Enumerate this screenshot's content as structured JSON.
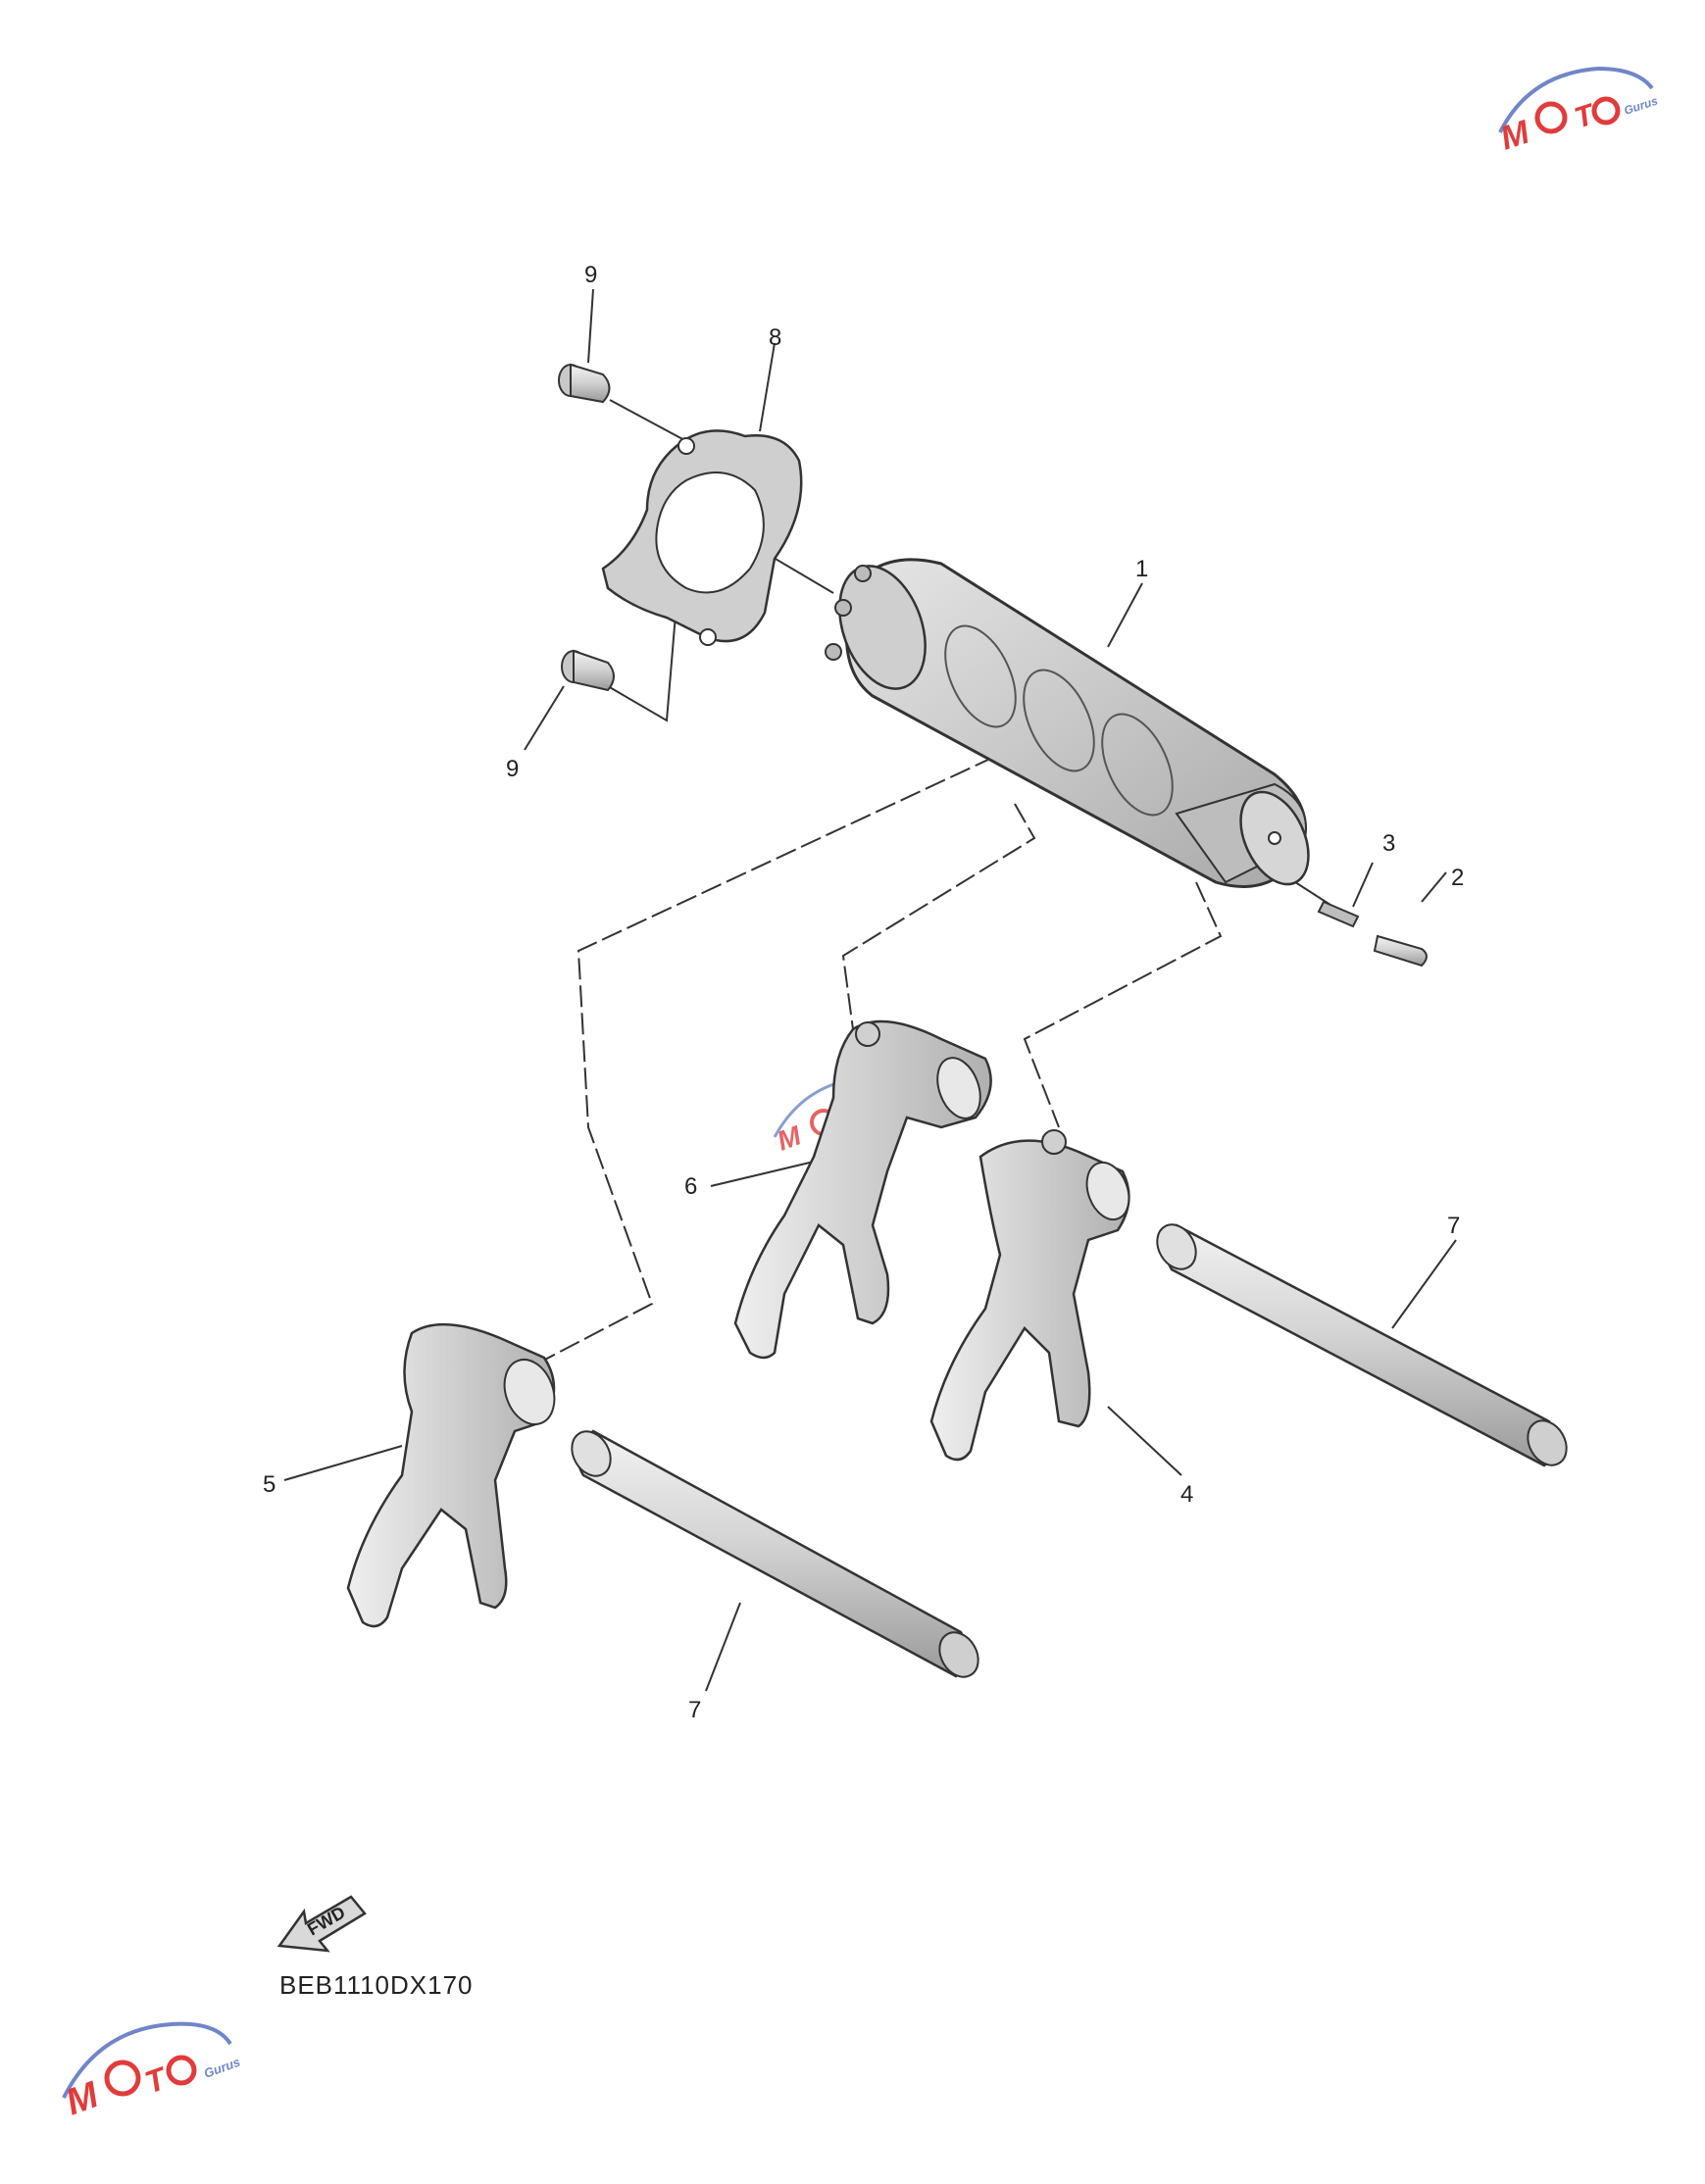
{
  "diagram": {
    "callouts": {
      "c1": "1",
      "c2": "2",
      "c3": "3",
      "c4": "4",
      "c5": "5",
      "c6": "6",
      "c7a": "7",
      "c7b": "7",
      "c8": "8",
      "c9a": "9",
      "c9b": "9"
    },
    "fwd_label": "FWD",
    "diagram_code": "BEB1110DX170",
    "watermark": "MOTO Gurus"
  },
  "colors": {
    "part_fill": "#d9d9d9",
    "part_shadow": "#b4b4b4",
    "line": "#333333",
    "watermark_red": "#e23b3b",
    "watermark_blue": "#6f86c8"
  }
}
